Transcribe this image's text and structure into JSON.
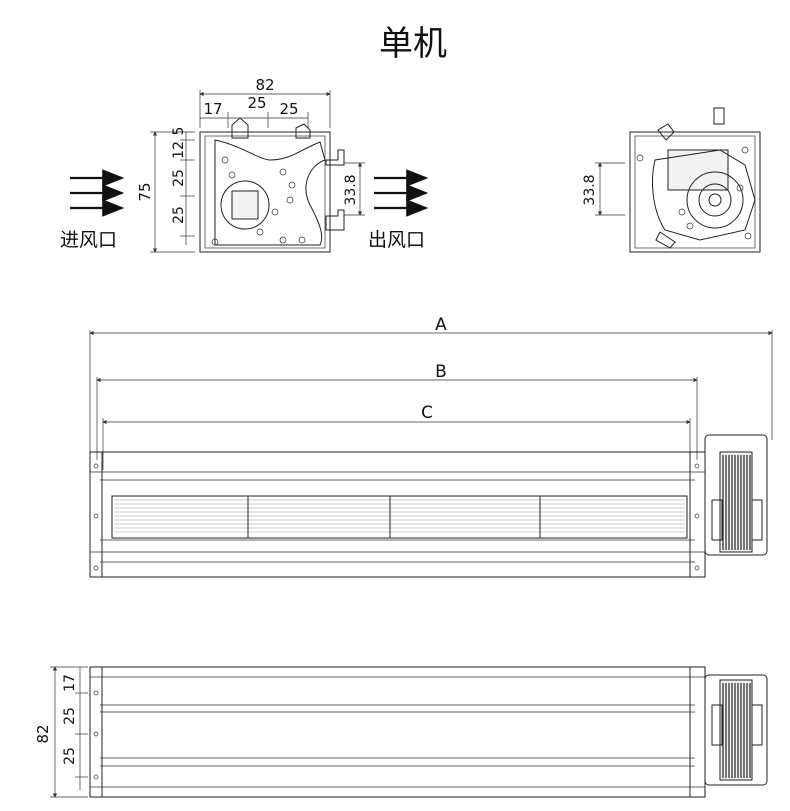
{
  "title": "单机",
  "labels": {
    "inlet": "进风口",
    "outlet": "出风口"
  },
  "left_view": {
    "dims": {
      "top_width": "82",
      "top_a": "17",
      "top_b": "25",
      "top_c": "25",
      "left_height": "75",
      "left_a": "5",
      "left_b": "12",
      "left_c": "25",
      "left_d": "25",
      "outlet_height": "33.8"
    }
  },
  "motor_view": {
    "dims": {
      "height": "33.8"
    }
  },
  "front_view": {
    "dims": {
      "a": "A",
      "b": "B",
      "c": "C"
    }
  },
  "top_view": {
    "dims": {
      "width": "82",
      "a": "17",
      "b": "25",
      "c": "25"
    }
  }
}
